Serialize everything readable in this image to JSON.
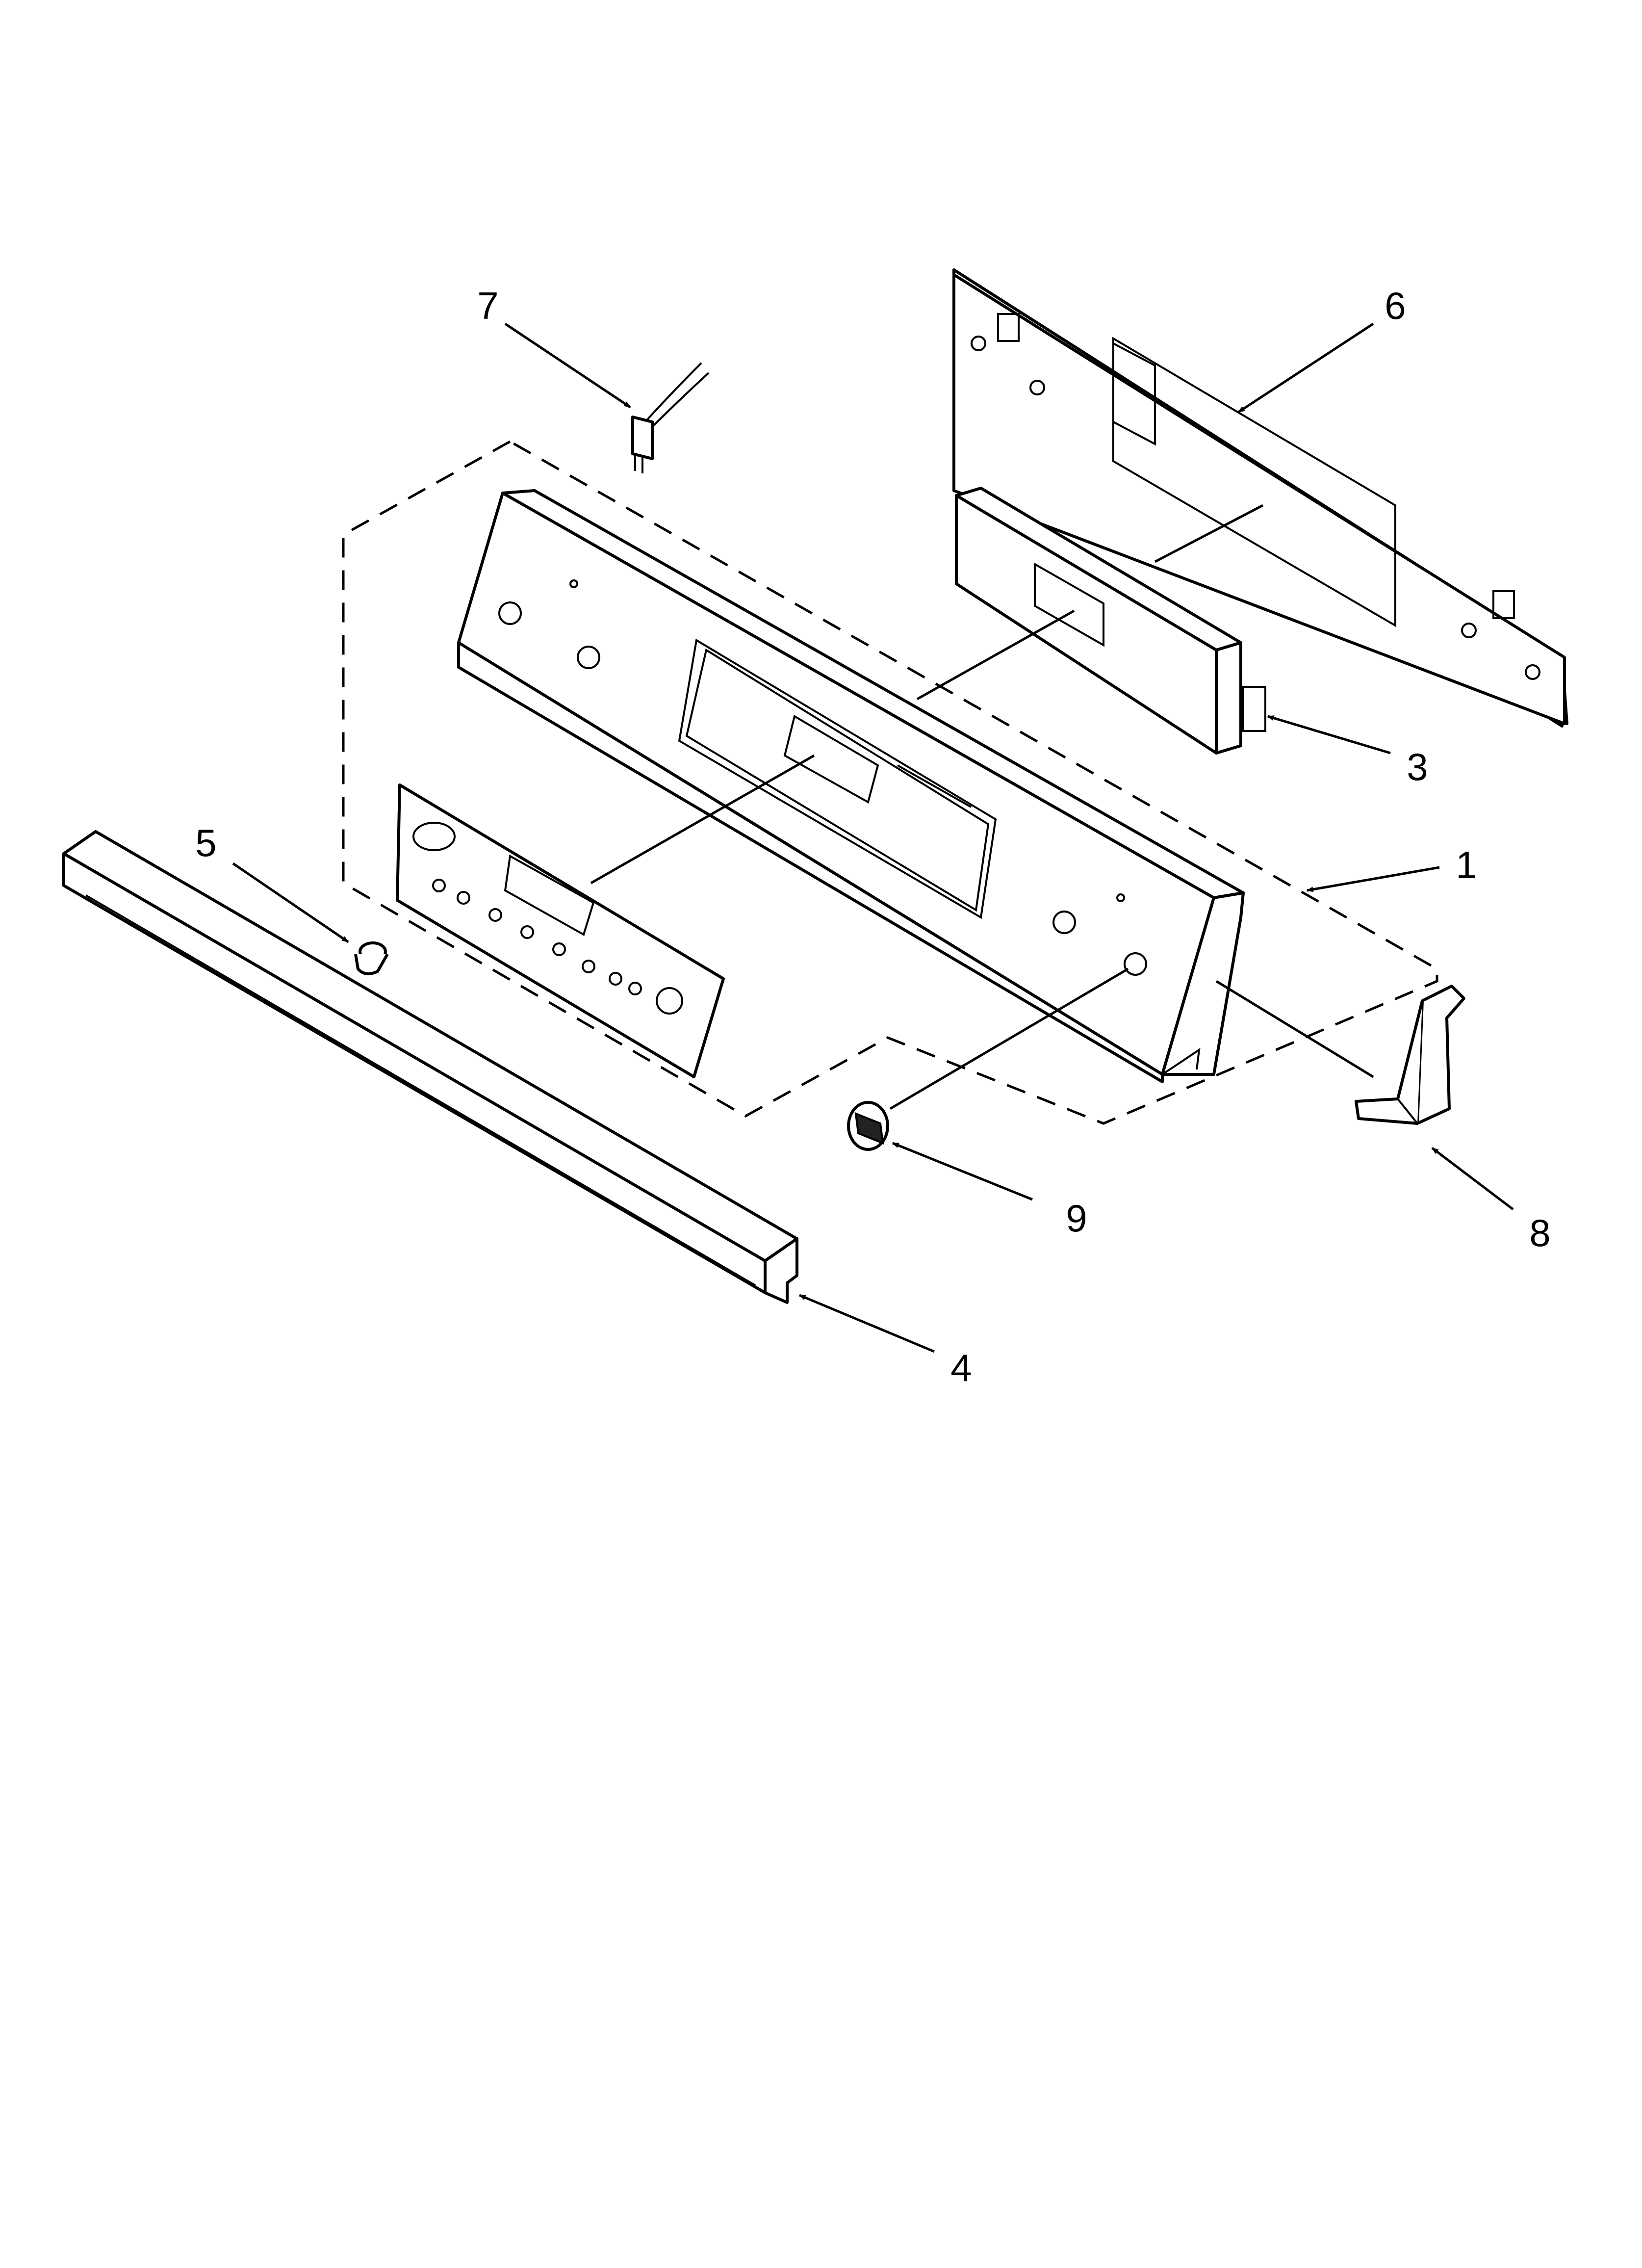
{
  "diagram": {
    "callouts": [
      {
        "id": "1",
        "label": "1"
      },
      {
        "id": "3",
        "label": "3"
      },
      {
        "id": "4",
        "label": "4"
      },
      {
        "id": "5",
        "label": "5"
      },
      {
        "id": "6",
        "label": "6"
      },
      {
        "id": "7",
        "label": "7"
      },
      {
        "id": "8",
        "label": "8"
      },
      {
        "id": "9",
        "label": "9"
      }
    ]
  }
}
